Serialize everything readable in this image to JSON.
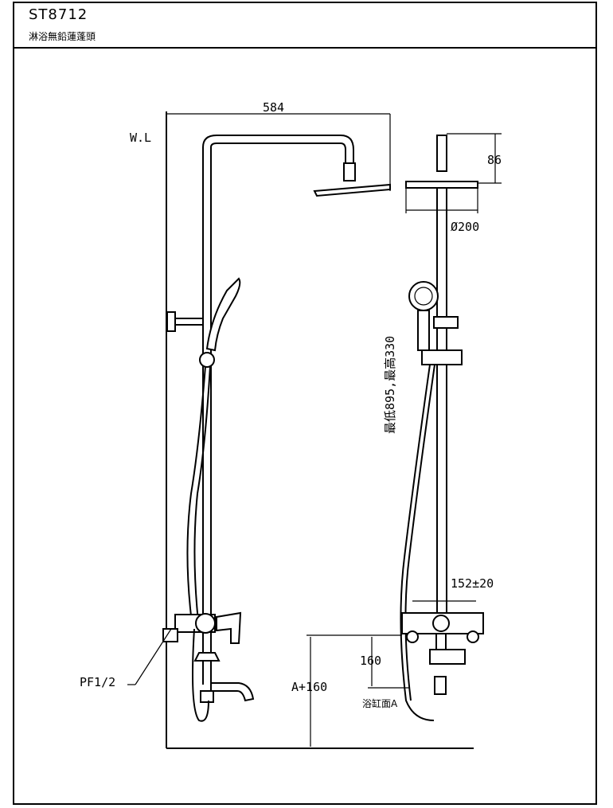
{
  "title_block": {
    "model": "ST8712",
    "name": "淋浴無鉛蓮蓬頭"
  },
  "dimensions": {
    "arm_reach": "584",
    "head_drop": "86",
    "head_diameter": "Ø200",
    "riser_height": "最低895,最高330",
    "mixer_centers": "152±20",
    "mixer_offset": "160",
    "mixer_height": "A+160",
    "tub_rim": "浴缸面A",
    "wall_line": "W.L",
    "connection": "PF1/2"
  }
}
